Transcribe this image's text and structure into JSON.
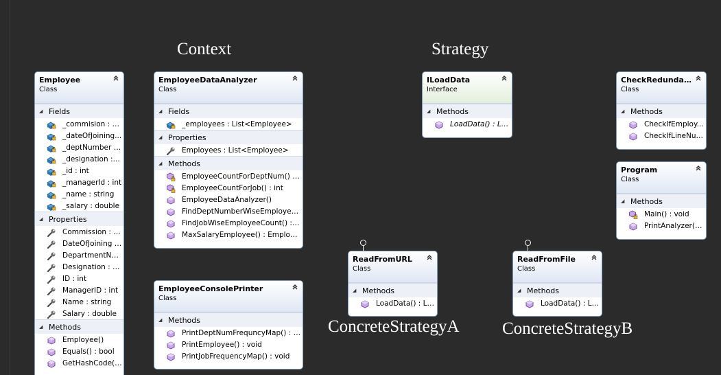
{
  "labels": {
    "context": "Context",
    "strategy": "Strategy",
    "concrete_a": "ConcreteStrategyA",
    "concrete_b": "ConcreteStrategyB"
  },
  "classes": [
    {
      "id": "employee",
      "name": "Employee",
      "kind": "Class",
      "sections": [
        {
          "title": "Fields",
          "members": [
            {
              "icon": "private-field",
              "text": "_commision : d..."
            },
            {
              "icon": "private-field",
              "text": "_dateOfJoining..."
            },
            {
              "icon": "private-field",
              "text": "_deptNumber :..."
            },
            {
              "icon": "private-field",
              "text": "_designation : s..."
            },
            {
              "icon": "private-field",
              "text": "_id : int"
            },
            {
              "icon": "private-field",
              "text": "_managerId : int"
            },
            {
              "icon": "private-field",
              "text": "_name : string"
            },
            {
              "icon": "private-field",
              "text": "_salary : double"
            }
          ]
        },
        {
          "title": "Properties",
          "members": [
            {
              "icon": "property",
              "text": "Commission : d..."
            },
            {
              "icon": "property",
              "text": "DateOfJoining :..."
            },
            {
              "icon": "property",
              "text": "DepartmentNu..."
            },
            {
              "icon": "property",
              "text": "Designation : st..."
            },
            {
              "icon": "property",
              "text": "ID : int"
            },
            {
              "icon": "property",
              "text": "ManagerID : int"
            },
            {
              "icon": "property",
              "text": "Name : string"
            },
            {
              "icon": "property",
              "text": "Salary : double"
            }
          ]
        },
        {
          "title": "Methods",
          "members": [
            {
              "icon": "method",
              "text": "Employee()"
            },
            {
              "icon": "method",
              "text": "Equals() : bool"
            },
            {
              "icon": "method",
              "text": "GetHashCode()..."
            }
          ]
        }
      ]
    },
    {
      "id": "employee-data-analyzer",
      "name": "EmployeeDataAnalyzer",
      "kind": "Class",
      "sections": [
        {
          "title": "Fields",
          "members": [
            {
              "icon": "private-field",
              "text": "_employees : List<Employee>"
            }
          ]
        },
        {
          "title": "Properties",
          "members": [
            {
              "icon": "property",
              "text": "Employees : List<Employee>"
            }
          ]
        },
        {
          "title": "Methods",
          "members": [
            {
              "icon": "private-method",
              "text": "EmployeeCountForDeptNum() : int"
            },
            {
              "icon": "private-method",
              "text": "EmployeeCountForJob() : int"
            },
            {
              "icon": "method",
              "text": "EmployeeDataAnalyzer()"
            },
            {
              "icon": "method",
              "text": "FindDeptNumberWiseEmployee..."
            },
            {
              "icon": "method",
              "text": "FindJobWiseEmployeeCount() : D..."
            },
            {
              "icon": "method",
              "text": "MaxSalaryEmployee() : Employee"
            }
          ]
        }
      ]
    },
    {
      "id": "employee-console-printer",
      "name": "EmployeeConsolePrinter",
      "kind": "Class",
      "sections": [
        {
          "title": "Methods",
          "members": [
            {
              "icon": "method",
              "text": "PrintDeptNumFrequncyMap() : v..."
            },
            {
              "icon": "method",
              "text": "PrintEmployee() : void"
            },
            {
              "icon": "method",
              "text": "PrintJobFrequencyMap() : void"
            }
          ]
        }
      ]
    },
    {
      "id": "iloaddata",
      "name": "ILoadData",
      "kind": "Interface",
      "sections": [
        {
          "title": "Methods",
          "members": [
            {
              "icon": "method",
              "text": "LoadData() : List<...",
              "italic": true
            }
          ]
        }
      ]
    },
    {
      "id": "check-redundancy",
      "name": "CheckRedundan...",
      "kind": "Class",
      "sections": [
        {
          "title": "Methods",
          "members": [
            {
              "icon": "method",
              "text": "CheckIfEmploy..."
            },
            {
              "icon": "method",
              "text": "CheckIfLineNull..."
            }
          ]
        }
      ]
    },
    {
      "id": "program",
      "name": "Program",
      "kind": "Class",
      "sections": [
        {
          "title": "Methods",
          "members": [
            {
              "icon": "private-method",
              "text": "Main() : void"
            },
            {
              "icon": "method",
              "text": "PrintAnalyzer() :..."
            }
          ]
        }
      ]
    },
    {
      "id": "read-from-url",
      "name": "ReadFromURL",
      "kind": "Class",
      "sections": [
        {
          "title": "Methods",
          "members": [
            {
              "icon": "method",
              "text": "LoadData() : Lis..."
            }
          ]
        }
      ]
    },
    {
      "id": "read-from-file",
      "name": "ReadFromFile",
      "kind": "Class",
      "sections": [
        {
          "title": "Methods",
          "members": [
            {
              "icon": "method",
              "text": "LoadData() : Lis..."
            }
          ]
        }
      ]
    }
  ]
}
